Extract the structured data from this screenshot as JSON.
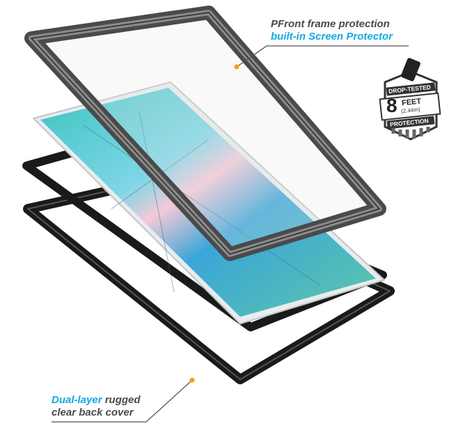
{
  "callouts": {
    "top_line1": "PFront frame protection",
    "top_line2": "built-in Screen Protector",
    "bottom_highlight": "Dual-layer",
    "bottom_rest1": " rugged",
    "bottom_line2": "clear back cover"
  },
  "badge": {
    "top": "DROP-TESTED",
    "number": "8",
    "unit": "FEET",
    "metric": "(2.44m)",
    "bottom": "PROTECTION"
  },
  "colors": {
    "accent_blue": "#12a9e0",
    "text_gray": "#4a4a4a",
    "dot_orange": "#f5a000"
  }
}
